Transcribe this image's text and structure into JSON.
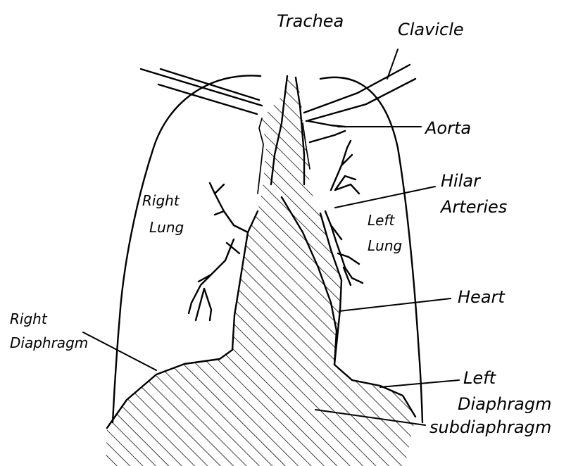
{
  "labels": {
    "trachea": "Trachea",
    "clavicle": "Clavicle",
    "aorta": "Aorta",
    "hilar_line1": "Hilar",
    "hilar_line2": "Arteries",
    "right_lung_line1": "Right",
    "right_lung_line2": "Lung",
    "left_lung_line1": "Left",
    "left_lung_line2": "Lung",
    "heart": "Heart",
    "right_diaphragm_line1": "Right",
    "right_diaphragm_line2": "Diaphragm",
    "left_diaphragm_line1": "Left",
    "left_diaphragm_line2": "Diaphragm",
    "subdiaphragm": "subdiaphragm"
  },
  "colors": {
    "ink": "#000000",
    "background": "#ffffff"
  }
}
